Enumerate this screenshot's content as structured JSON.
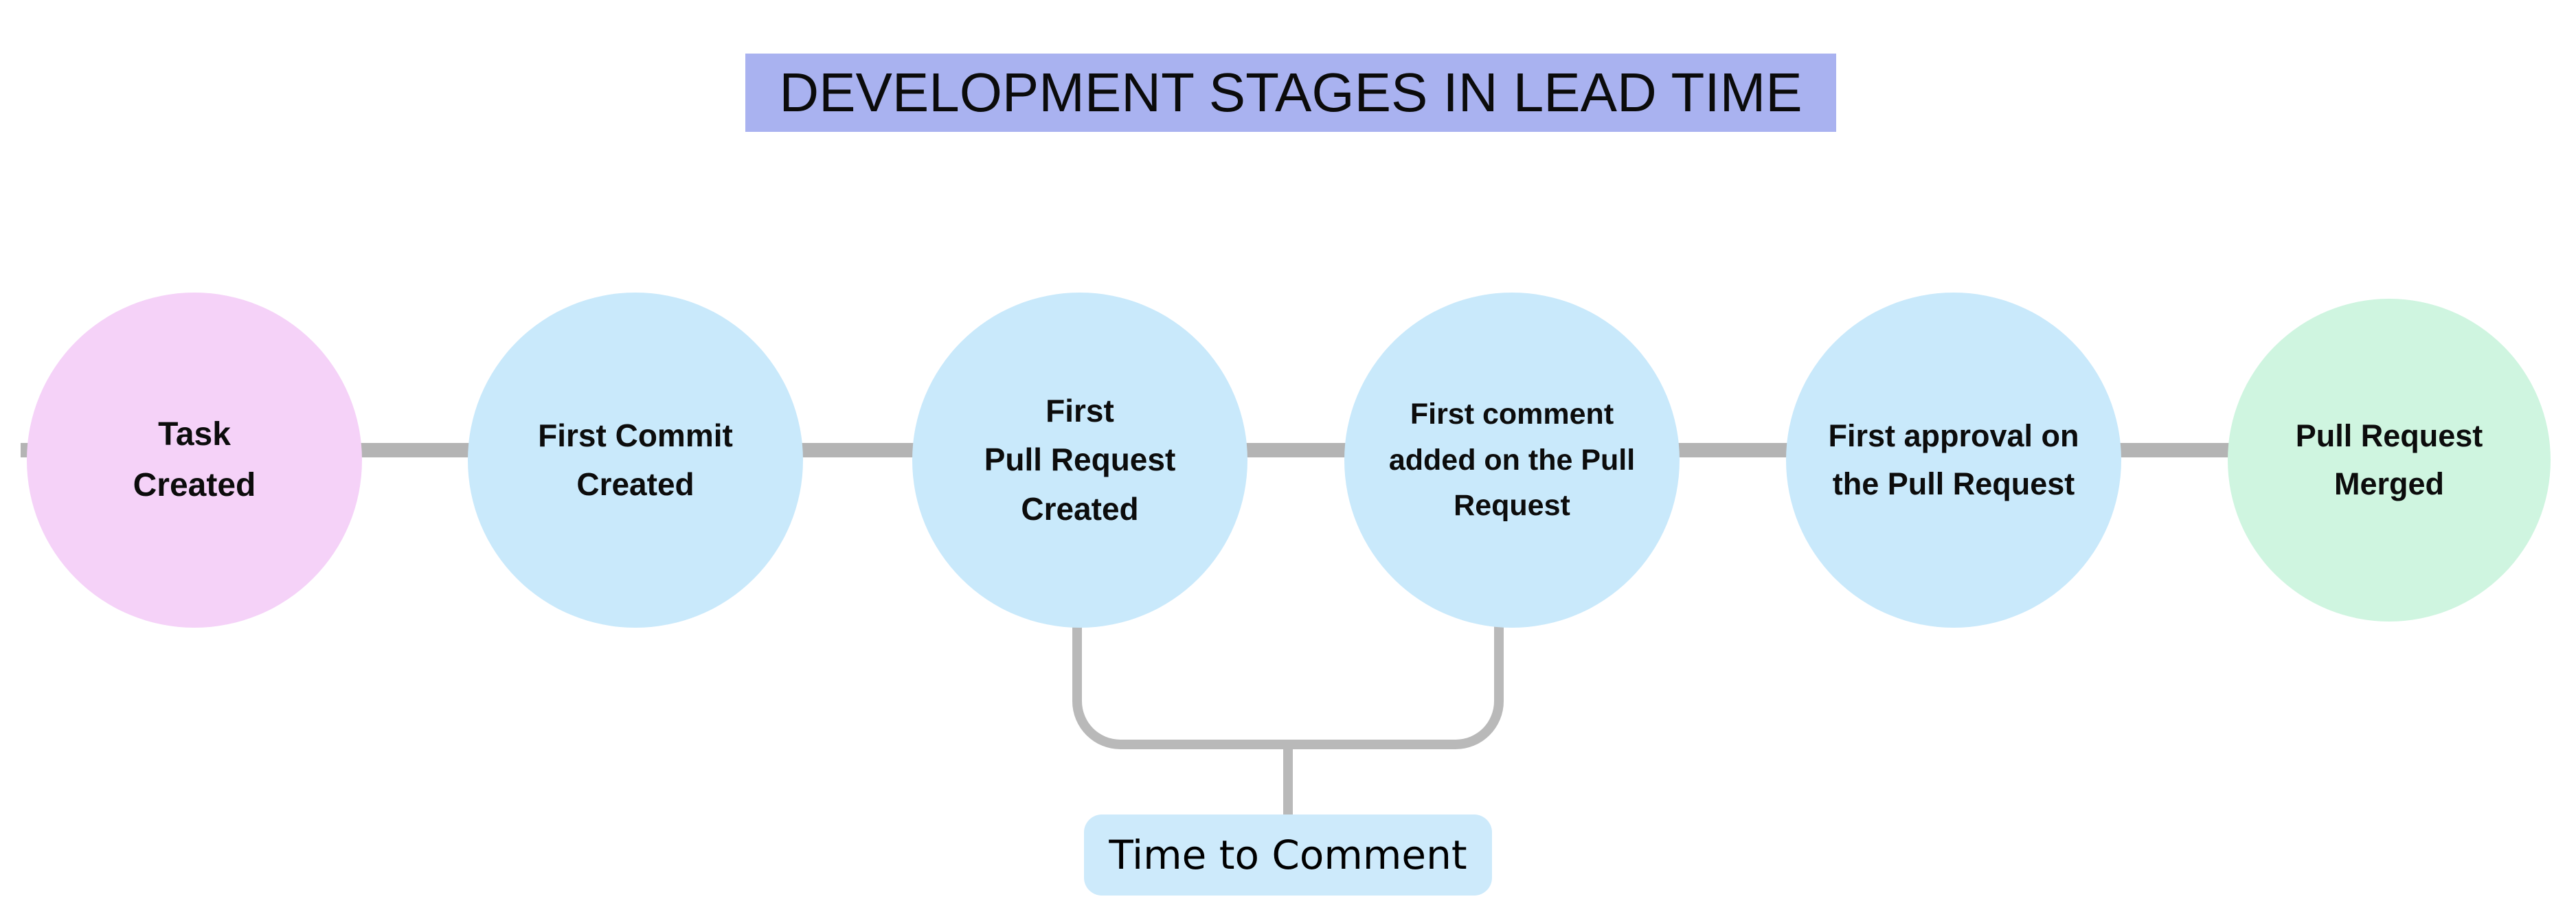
{
  "title": {
    "text": "DEVELOPMENT STAGES IN LEAD TIME",
    "background": "#a9b2f0"
  },
  "stages": [
    {
      "id": "task-created",
      "label": "Task\nCreated",
      "fill": "#f5d2f8"
    },
    {
      "id": "first-commit-created",
      "label": "First Commit\nCreated",
      "fill": "#c9e9fb"
    },
    {
      "id": "first-pull-request-created",
      "label": "First\nPull Request\nCreated",
      "fill": "#c9e9fb"
    },
    {
      "id": "first-comment-added",
      "label": "First comment\nadded on the Pull\nRequest",
      "fill": "#c9e9fb"
    },
    {
      "id": "first-approval",
      "label": "First approval on\nthe Pull Request",
      "fill": "#c9e9fb"
    },
    {
      "id": "pull-request-merged",
      "label": "Pull Request\nMerged",
      "fill": "#cff5e0"
    }
  ],
  "annotation": {
    "label": "Time to Comment",
    "background": "#cdeafb"
  },
  "colors": {
    "connector": "#b4b4b4",
    "bracket": "#b9b9b9",
    "text": "#0c0c0c",
    "canvas": "#ffffff"
  }
}
